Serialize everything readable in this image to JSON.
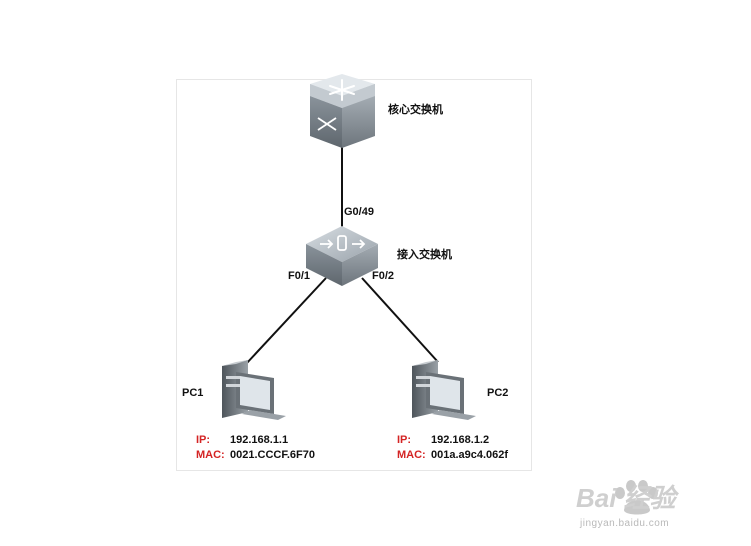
{
  "nodes": {
    "core_switch": {
      "label": "核心交换机"
    },
    "access_switch": {
      "label": "接入交换机"
    },
    "pc1": {
      "label": "PC1",
      "ip_key": "IP:",
      "ip": "192.168.1.1",
      "mac_key": "MAC:",
      "mac": "0021.CCCF.6F70"
    },
    "pc2": {
      "label": "PC2",
      "ip_key": "IP:",
      "ip": "192.168.1.2",
      "mac_key": "MAC:",
      "mac": "001a.a9c4.062f"
    }
  },
  "ports": {
    "uplink": "G0/49",
    "pc1_link": "F0/1",
    "pc2_link": "F0/2"
  },
  "watermark": {
    "brand": "Bai 经验",
    "domain": "jingyan.baidu.com"
  },
  "colors": {
    "link": "#111111",
    "device_top": "#b7bfc6",
    "device_side": "#6f7880",
    "info_key": "#d42424"
  }
}
